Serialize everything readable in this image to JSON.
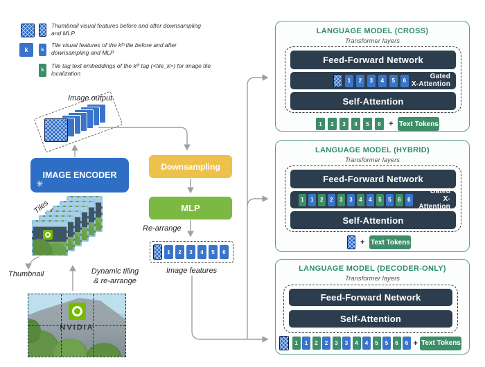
{
  "legend": {
    "k": "k",
    "items": [
      {
        "text": "Thumbnail visual features before and after downsampling and MLP"
      },
      {
        "text": "Tile visual features of the kᵗʰ tile before and after downsampling and MLP"
      },
      {
        "text": "Tile tag text embeddings of the kᵗʰ tag (<tile_k>) for image tile localization"
      }
    ]
  },
  "left": {
    "image_output_label": "Image output",
    "encoder_label": "IMAGE ENCODER",
    "encoder_asterisk": "✳",
    "tiles_label": "Tiles",
    "tiles_brace": "}",
    "thumbnail_label": "Thumbnail",
    "dynamic_tiling_line1": "Dynamic tiling",
    "dynamic_tiling_line2": "& re-arrange",
    "photo_brand": "NVIDIA"
  },
  "pipeline": {
    "downsampling_label": "Downsampling",
    "mlp_label": "MLP",
    "rearrange_label": "Re-arrange",
    "image_features_label": "Image features"
  },
  "tiles": {
    "numbers": [
      "1",
      "2",
      "3",
      "4",
      "5",
      "6"
    ]
  },
  "panels": {
    "cross": {
      "title": "LANGUAGE MODEL (CROSS)",
      "transformer_label": "Transformer layers",
      "ffn_label": "Feed-Forward Network",
      "gated_line1": "Gated",
      "gated_line2": "X-Attention",
      "self_attention_label": "Self-Attention",
      "plus": "+",
      "text_tokens_label": "Text Tokens"
    },
    "hybrid": {
      "title": "LANGUAGE MODEL (HYBRID)",
      "transformer_label": "Transformer layers",
      "ffn_label": "Feed-Forward Network",
      "gated_line1": "Gated",
      "gated_line2": "X-Attention",
      "self_attention_label": "Self-Attention",
      "plus": "+",
      "text_tokens_label": "Text Tokens"
    },
    "decoder": {
      "title": "LANGUAGE MODEL (DECODER-ONLY)",
      "transformer_label": "Transformer layers",
      "ffn_label": "Feed-Forward Network",
      "self_attention_label": "Self-Attention",
      "plus": "+",
      "text_tokens_label": "Text Tokens"
    }
  },
  "colors": {
    "tile_blue": "#3a74ca",
    "token_green": "#3d8d68",
    "encoder_blue": "#2e6fc5",
    "downsampling_yellow": "#eec14d",
    "mlp_green": "#7cb942",
    "attention_slate": "#2c3d4d",
    "panel_border_green": "#5f9e83",
    "title_green": "#2e8f68",
    "nvidia_green": "#76b900"
  }
}
